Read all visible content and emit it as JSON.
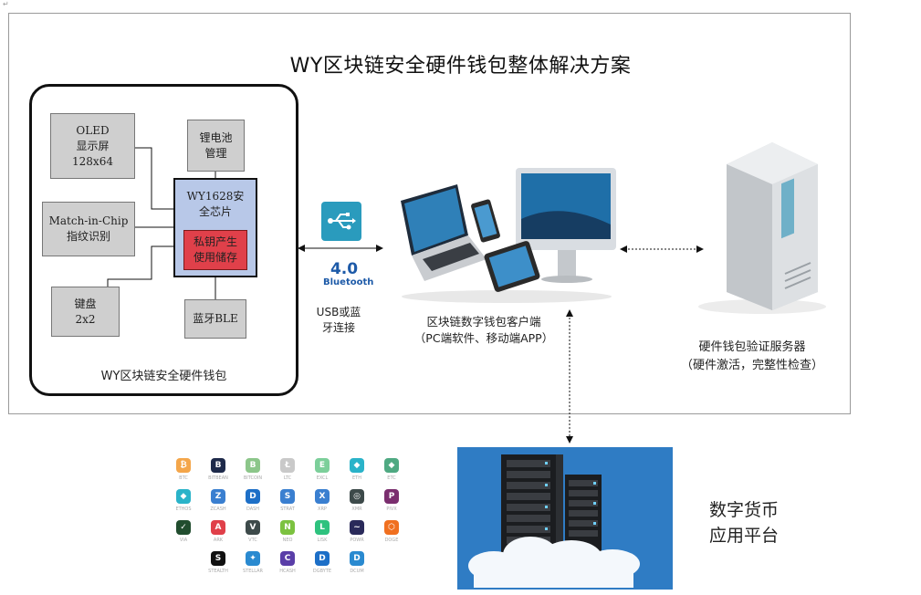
{
  "title": "WY区块链安全硬件钱包整体解决方案",
  "hardware_wallet": {
    "caption": "WY区块链安全硬件钱包",
    "oled": [
      "OLED",
      "显示屏",
      "128x64"
    ],
    "battery": [
      "锂电池",
      "管理"
    ],
    "fingerprint": [
      "Match-in-Chip",
      "指纹识别"
    ],
    "keypad": [
      "键盘",
      "2x2"
    ],
    "ble": "蓝牙BLE",
    "chip": [
      "WY1628安",
      "全芯片"
    ],
    "key_module": [
      "私钥产生",
      "使用储存"
    ]
  },
  "connection": {
    "bluetooth_version": "4.0",
    "bluetooth_word": "Bluetooth",
    "label": [
      "USB或蓝",
      "牙连接"
    ]
  },
  "client": {
    "label": [
      "区块链数字钱包客户端",
      "（PC端软件、移动端APP）"
    ]
  },
  "server": {
    "label": [
      "硬件钱包验证服务器",
      "（硬件激活，完整性检查）"
    ]
  },
  "platform": {
    "label": [
      "数字货币",
      "应用平台"
    ]
  },
  "coins": [
    {
      "glyph": "₿",
      "color": "#f4a64a",
      "name": "BTC"
    },
    {
      "glyph": "B",
      "color": "#1e2a4a",
      "name": "BITBEAN"
    },
    {
      "glyph": "B",
      "color": "#8cc68a",
      "name": "BITCOIN"
    },
    {
      "glyph": "Ł",
      "color": "#c9c9c9",
      "name": "LTC"
    },
    {
      "glyph": "E",
      "color": "#7ccf9a",
      "name": "EXCL"
    },
    {
      "glyph": "◆",
      "color": "#2ab3c9",
      "name": "ETH"
    },
    {
      "glyph": "◆",
      "color": "#4fa982",
      "name": "ETC"
    },
    {
      "glyph": "◆",
      "color": "#2ab3c9",
      "name": "ETHOS"
    },
    {
      "glyph": "Z",
      "color": "#3a7fd0",
      "name": "ZCASH"
    },
    {
      "glyph": "D",
      "color": "#1d6fc7",
      "name": "DASH"
    },
    {
      "glyph": "S",
      "color": "#3a7fd0",
      "name": "STRAT"
    },
    {
      "glyph": "X",
      "color": "#3a7fd0",
      "name": "XRP"
    },
    {
      "glyph": "◎",
      "color": "#3d4a4a",
      "name": "XMR"
    },
    {
      "glyph": "P",
      "color": "#7a2e6e",
      "name": "PIVX"
    },
    {
      "glyph": "✓",
      "color": "#214d2e",
      "name": "VIA"
    },
    {
      "glyph": "A",
      "color": "#e0404a",
      "name": "ARK"
    },
    {
      "glyph": "V",
      "color": "#3d4a4a",
      "name": "VTC"
    },
    {
      "glyph": "N",
      "color": "#7cc240",
      "name": "NEO"
    },
    {
      "glyph": "L",
      "color": "#2ec27e",
      "name": "LISK"
    },
    {
      "glyph": "~",
      "color": "#2a2a5a",
      "name": "POWR"
    },
    {
      "glyph": "⬡",
      "color": "#f07020",
      "name": "DOGE"
    },
    {
      "glyph": "S",
      "color": "#111111",
      "name": "STEALTH"
    },
    {
      "glyph": "✦",
      "color": "#2a8ad0",
      "name": "STELLAR"
    },
    {
      "glyph": "C",
      "color": "#5a3ea8",
      "name": "HCASH"
    },
    {
      "glyph": "D",
      "color": "#1d6fc7",
      "name": "DGBYTE"
    },
    {
      "glyph": "D",
      "color": "#2a8ad0",
      "name": "DCUM"
    }
  ]
}
